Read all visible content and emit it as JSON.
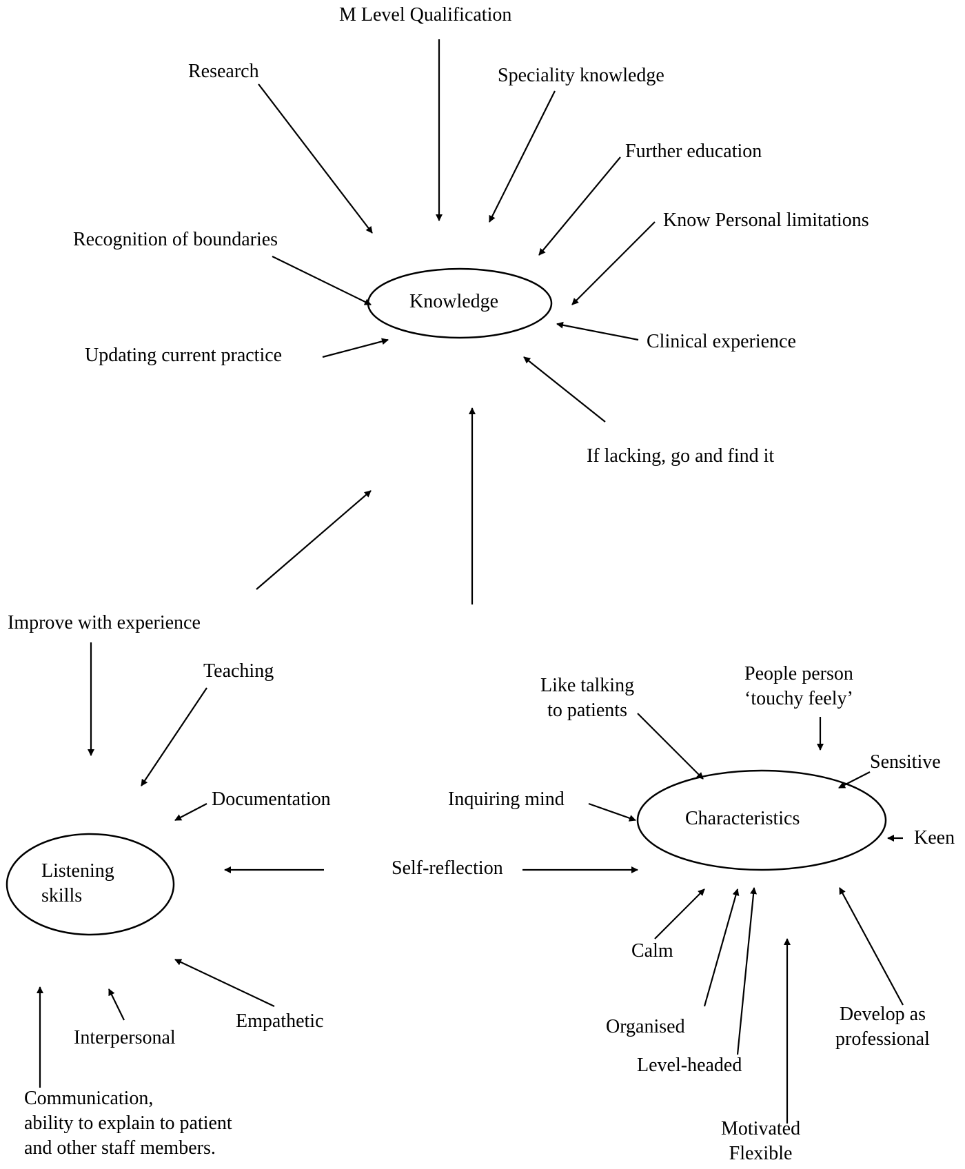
{
  "nodes": {
    "knowledge": "Knowledge",
    "listening_skills": "Listening\nskills",
    "characteristics": "Characteristics"
  },
  "knowledge_inputs": {
    "m_level_qualification": "M Level Qualification",
    "research": "Research",
    "speciality_knowledge": "Speciality knowledge",
    "further_education": "Further education",
    "know_personal_limitations": "Know Personal limitations",
    "recognition_of_boundaries": "Recognition of boundaries",
    "clinical_experience": "Clinical experience",
    "updating_current_practice": "Updating current practice",
    "if_lacking": "If lacking, go and find it"
  },
  "listening_inputs": {
    "improve_with_experience": "Improve with experience",
    "teaching": "Teaching",
    "documentation": "Documentation",
    "empathetic": "Empathetic",
    "interpersonal": "Interpersonal",
    "communication": "Communication,\nability to explain to patient\nand other staff members."
  },
  "shared": {
    "self_reflection": "Self-reflection"
  },
  "characteristics_inputs": {
    "like_talking": "Like talking\nto patients",
    "people_person": "People person\n‘touchy feely’",
    "sensitive": "Sensitive",
    "keen": "Keen",
    "inquiring_mind": "Inquiring mind",
    "calm": "Calm",
    "organised": "Organised",
    "level_headed": "Level-headed",
    "motivated_flexible": "Motivated\nFlexible",
    "develop_as_professional": "Develop as\nprofessional"
  }
}
